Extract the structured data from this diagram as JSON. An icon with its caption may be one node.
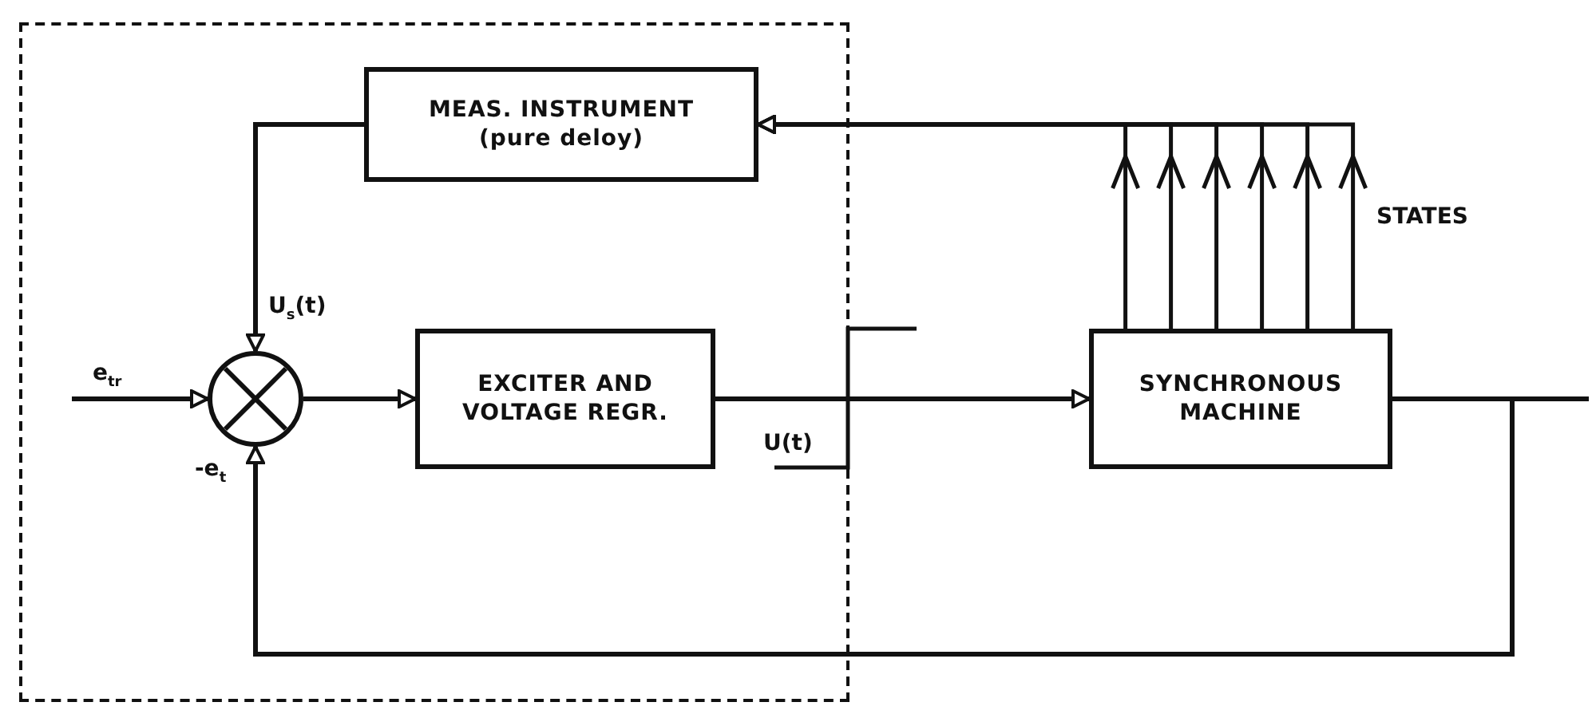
{
  "diagram": {
    "nodes": [
      {
        "text": [],
        "shape": "box"
      },
      {
        "text": [
          "MEAS. INSTRUMENT",
          "(pure deloy)"
        ],
        "in": 0
      },
      {
        "text": [],
        "shape": "circle",
        "in": 0
      },
      {
        "text": [
          "EXCITER AND VOLTAGE REGR."
        ],
        "in": 0
      },
      {
        "text": [
          "SYNCHRONOUS MACHINE"
        ]
      }
    ],
    "edges": [
      {
        "from": null,
        "to": 2,
        "arrow": "to",
        "label": "e$_{tr}$"
      },
      {
        "from": 2,
        "to": 3,
        "arrow": "to"
      },
      {
        "from": 3,
        "to": 4,
        "arrow": "to"
      },
      {
        "from": 1,
        "to": 2,
        "arrow": "to",
        "label": "U$_{s}$(t)"
      },
      {
        "from": 4,
        "to": 1,
        "arrow": "to"
      },
      {
        "from": 4,
        "to": 1,
        "arrow": "to"
      },
      {
        "from": 4,
        "to": 1,
        "arrow": "to"
      },
      {
        "from": 4,
        "to": 1,
        "arrow": "to"
      },
      {
        "from": 4,
        "to": 1,
        "arrow": "to"
      },
      {
        "from": 4,
        "to": 1,
        "arrow": "to"
      },
      {
        "from": 4,
        "to": null,
        "arrow": "none"
      },
      {
        "from": 4,
        "to": 2,
        "arrow": "to",
        "label": "-e$_{t}$"
      }
    ],
    "labels": [
      "U(t)",
      "STATES"
    ]
  }
}
